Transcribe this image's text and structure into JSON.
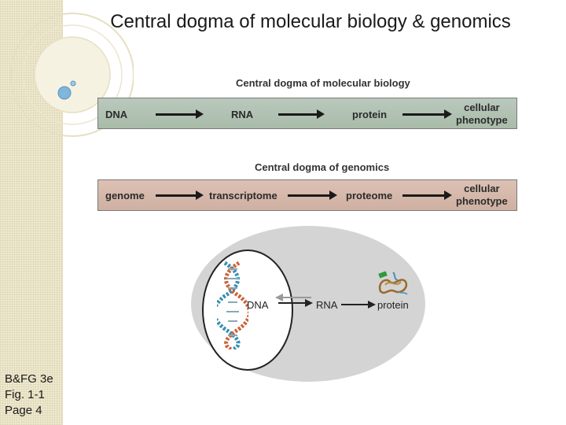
{
  "slide": {
    "title": "Central dogma of molecular biology & genomics",
    "caption": [
      "B&FG 3e",
      "Fig. 1-1",
      "Page 4"
    ]
  },
  "panel_molecular": {
    "heading": "Central dogma of molecular biology",
    "terms": [
      "DNA",
      "RNA",
      "protein"
    ],
    "final": [
      "cellular",
      "phenotype"
    ]
  },
  "panel_genomics": {
    "heading": "Central dogma of genomics",
    "terms": [
      "genome",
      "transcriptome",
      "proteome"
    ],
    "final": [
      "cellular",
      "phenotype"
    ]
  },
  "cell_diagram": {
    "dna": "DNA",
    "rna": "RNA",
    "protein": "protein"
  },
  "colors": {
    "green_band": "#b3c4b5",
    "brown_band": "#d6b9ab",
    "cell": "#d4d4d4",
    "sidebar": "#efe9cf"
  }
}
